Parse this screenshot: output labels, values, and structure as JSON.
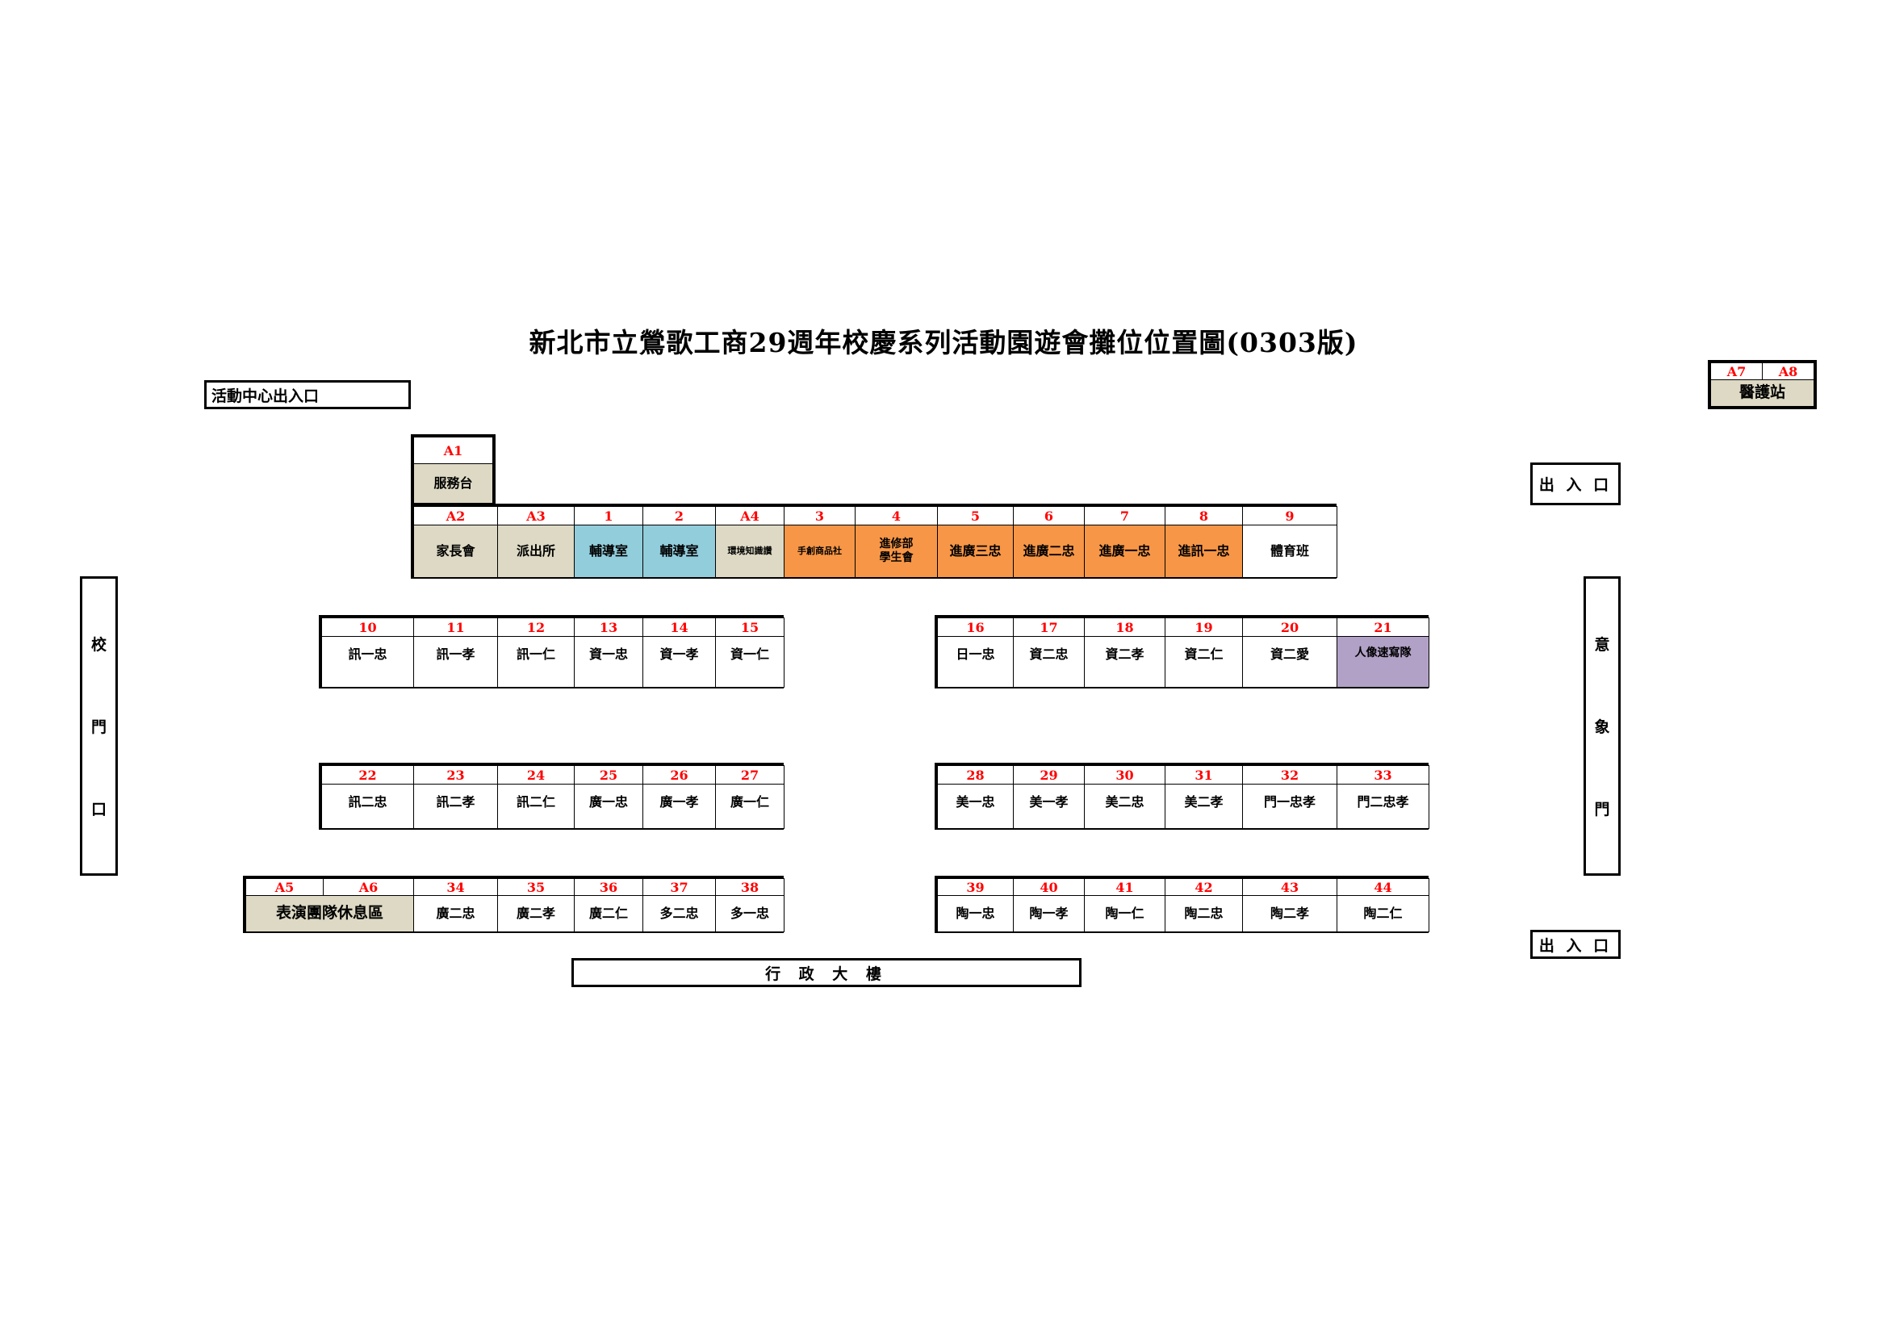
{
  "title": "新北市立鶯歌工商29週年校慶系列活動園遊會攤位位置圖(0303版)",
  "landmarks": {
    "activity_center_entrance": "活動中心出入口",
    "entrance_top": "出 入 口",
    "entrance_bottom": "出 入 口",
    "school_gate": [
      "校",
      "門",
      "口"
    ],
    "image_gate": [
      "意",
      "象",
      "門"
    ],
    "admin_building": "行 政 大 樓"
  },
  "colors": {
    "label": "#ff0000",
    "service": "#ddd9c4",
    "counseling": "#92cddc",
    "night_school": "#f79646",
    "robot": "#b2a1c7",
    "plain": "#ffffff"
  },
  "medical": {
    "labels": [
      "A7",
      "A8"
    ],
    "text": "醫護站",
    "color": "#ddd9c4"
  },
  "a1": {
    "label": "A1",
    "text": "服務台",
    "color": "#ddd9c4"
  },
  "groups": [
    {
      "id": "top-row",
      "cells": [
        {
          "label": "A2",
          "text": "家長會",
          "color": "#ddd9c4"
        },
        {
          "label": "A3",
          "text": "派出所",
          "color": "#ddd9c4"
        },
        {
          "label": "1",
          "text": "輔導室",
          "color": "#92cddc"
        },
        {
          "label": "2",
          "text": "輔導室",
          "color": "#92cddc"
        },
        {
          "label": "A4",
          "text": "環境知識讚",
          "color": "#ddd9c4"
        },
        {
          "label": "3",
          "text": "手創商品社",
          "color": "#f79646"
        },
        {
          "label": "4",
          "text": "進修部\n學生會",
          "color": "#f79646"
        },
        {
          "label": "5",
          "text": "進廣三忠",
          "color": "#f79646"
        },
        {
          "label": "6",
          "text": "進廣二忠",
          "color": "#f79646"
        },
        {
          "label": "7",
          "text": "進廣一忠",
          "color": "#f79646"
        },
        {
          "label": "8",
          "text": "進訊一忠",
          "color": "#f79646"
        },
        {
          "label": "9",
          "text": "體育班",
          "color": "#ffffff"
        }
      ]
    },
    {
      "id": "row-10-15",
      "cells": [
        {
          "label": "10",
          "text": "訊一忠"
        },
        {
          "label": "11",
          "text": "訊一孝"
        },
        {
          "label": "12",
          "text": "訊一仁"
        },
        {
          "label": "13",
          "text": "資一忠"
        },
        {
          "label": "14",
          "text": "資一孝"
        },
        {
          "label": "15",
          "text": "資一仁"
        }
      ]
    },
    {
      "id": "row-16-21",
      "cells": [
        {
          "label": "16",
          "text": "日一忠"
        },
        {
          "label": "17",
          "text": "資二忠"
        },
        {
          "label": "18",
          "text": "資二孝"
        },
        {
          "label": "19",
          "text": "資二仁"
        },
        {
          "label": "20",
          "text": "資二愛"
        },
        {
          "label": "21",
          "text": "人像速寫隊",
          "color": "#b2a1c7"
        }
      ]
    },
    {
      "id": "row-22-27",
      "cells": [
        {
          "label": "22",
          "text": "訊二忠"
        },
        {
          "label": "23",
          "text": "訊二孝"
        },
        {
          "label": "24",
          "text": "訊二仁"
        },
        {
          "label": "25",
          "text": "廣一忠"
        },
        {
          "label": "26",
          "text": "廣一孝"
        },
        {
          "label": "27",
          "text": "廣一仁"
        }
      ]
    },
    {
      "id": "row-28-33",
      "cells": [
        {
          "label": "28",
          "text": "美一忠"
        },
        {
          "label": "29",
          "text": "美一孝"
        },
        {
          "label": "30",
          "text": "美二忠"
        },
        {
          "label": "31",
          "text": "美二孝"
        },
        {
          "label": "32",
          "text": "門一忠孝"
        },
        {
          "label": "33",
          "text": "門二忠孝"
        }
      ]
    },
    {
      "id": "row-a5-38",
      "cells": [
        {
          "label": "A5",
          "text": "表演團隊休息區",
          "color": "#ddd9c4",
          "merge_labels": [
            "A5",
            "A6"
          ]
        },
        {
          "label": "34",
          "text": "廣二忠"
        },
        {
          "label": "35",
          "text": "廣二孝"
        },
        {
          "label": "36",
          "text": "廣二仁"
        },
        {
          "label": "37",
          "text": "多二忠"
        },
        {
          "label": "38",
          "text": "多一忠"
        }
      ]
    },
    {
      "id": "row-39-44",
      "cells": [
        {
          "label": "39",
          "text": "陶一忠"
        },
        {
          "label": "40",
          "text": "陶一孝"
        },
        {
          "label": "41",
          "text": "陶一仁"
        },
        {
          "label": "42",
          "text": "陶二忠"
        },
        {
          "label": "43",
          "text": "陶二孝"
        },
        {
          "label": "44",
          "text": "陶二仁"
        }
      ]
    }
  ]
}
